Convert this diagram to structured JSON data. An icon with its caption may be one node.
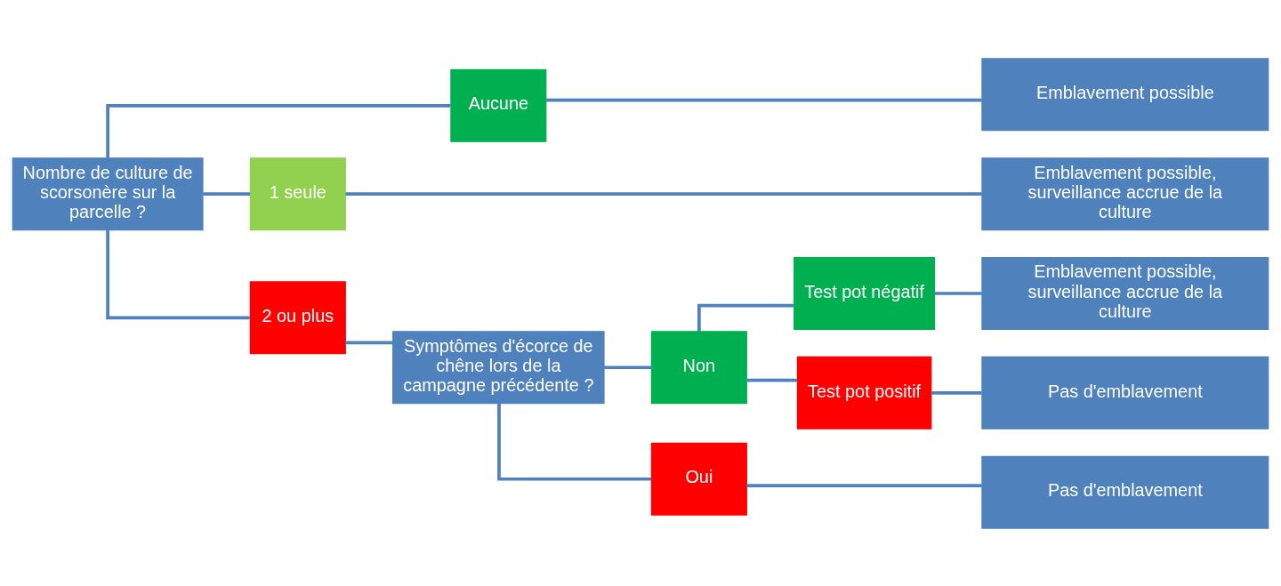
{
  "diagram": {
    "nodes": [
      {
        "text": [
          "Nombre de culture de scorsonère sur la parcelle ?"
        ]
      },
      {
        "text": [
          "Aucune"
        ]
      },
      {
        "text": [
          "1 seule"
        ]
      },
      {
        "text": [
          "2 ou plus"
        ]
      },
      {
        "text": [
          "Symptômes d'écorce de chêne lors de la campagne précédente ?"
        ]
      },
      {
        "text": [
          "Non"
        ]
      },
      {
        "text": [
          "Oui"
        ]
      },
      {
        "text": [
          "Test pot négatif"
        ]
      },
      {
        "text": [
          "Test pot positif"
        ]
      },
      {
        "text": [
          "Emblavement possible"
        ]
      },
      {
        "text": [
          "Emblavement possible, surveillance accrue de la culture"
        ]
      },
      {
        "text": [
          "Emblavement possible, surveillance accrue de la culture"
        ]
      },
      {
        "text": [
          "Pas d'emblavement"
        ]
      },
      {
        "text": [
          "Pas d'emblavement"
        ]
      }
    ],
    "edges": [
      {
        "from": 0,
        "to": 1,
        "arrow": "none"
      },
      {
        "from": 0,
        "to": 2,
        "arrow": "none"
      },
      {
        "from": 0,
        "to": 3,
        "arrow": "none"
      },
      {
        "from": 1,
        "to": 9,
        "arrow": "none"
      },
      {
        "from": 2,
        "to": 10,
        "arrow": "none"
      },
      {
        "from": 3,
        "to": 4,
        "arrow": "none"
      },
      {
        "from": 4,
        "to": 5,
        "arrow": "none"
      },
      {
        "from": 4,
        "to": 6,
        "arrow": "none"
      },
      {
        "from": 5,
        "to": 7,
        "arrow": "none"
      },
      {
        "from": 5,
        "to": 8,
        "arrow": "none"
      },
      {
        "from": 7,
        "to": 11,
        "arrow": "none"
      },
      {
        "from": 8,
        "to": 12,
        "arrow": "none"
      },
      {
        "from": 6,
        "to": 13,
        "arrow": "none"
      }
    ]
  }
}
